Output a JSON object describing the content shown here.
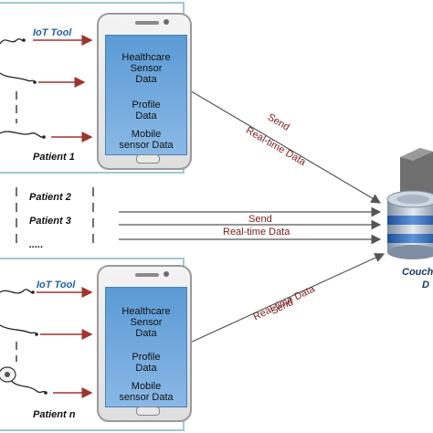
{
  "panel_top": {
    "tool_label": "IoT Tool",
    "screen_items": [
      "Healthcare\nSensor\nData",
      "Profile\nData",
      "Mobile\nsensor Data"
    ],
    "patient_label": "Patient 1"
  },
  "middle": {
    "patients": [
      "Patient 2",
      "Patient 3",
      "....."
    ]
  },
  "panel_bottom": {
    "tool_label": "IoT Tool",
    "screen_items": [
      "Healthcare\nSensor\nData",
      "Profile\nData",
      "Mobile\nsensor Data"
    ],
    "patient_label": "Patient n"
  },
  "arrows": {
    "top_send": "Send",
    "top_data": "Real-time Data",
    "mid_send": "Send",
    "mid_data": "Real-time Data",
    "bottom_send": "Send",
    "bottom_data": "Real-time Data"
  },
  "database": {
    "label_line1": "CouchD",
    "label_line2": "D"
  },
  "colors": {
    "panel_border": "#9fc9cf",
    "arrow_red": "#a1332b",
    "screen_blue": "#5b9bd5",
    "send_text": "#7a1a1a"
  }
}
